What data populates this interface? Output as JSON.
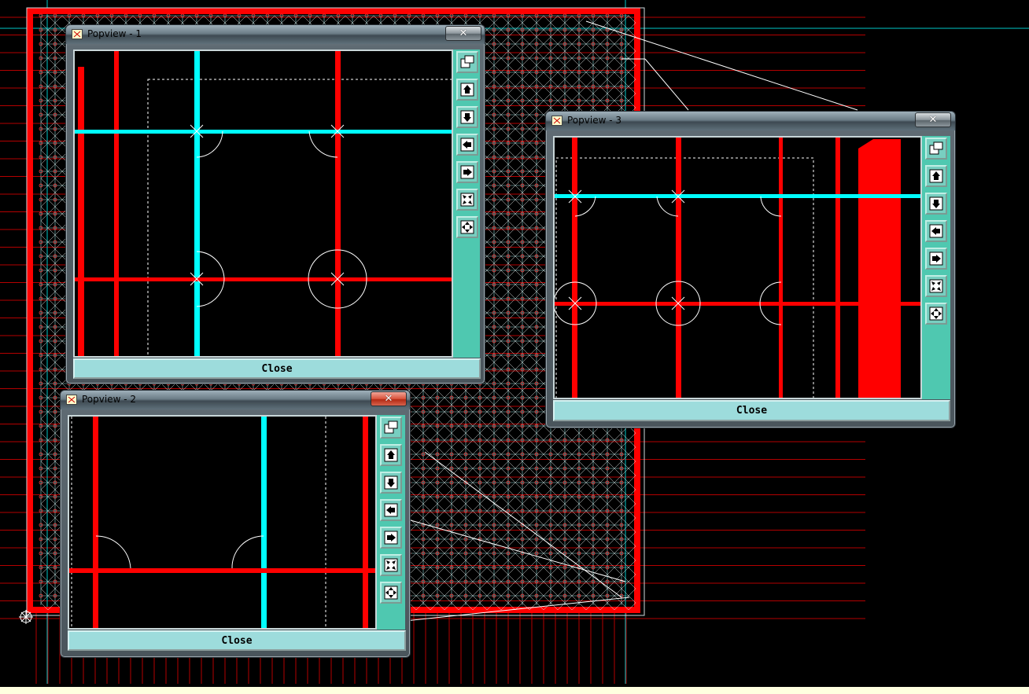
{
  "colors": {
    "background": "#000000",
    "cad_red": "#ff0000",
    "cad_cyan": "#00ffff",
    "toolstrip": "#4fc8b0",
    "close_bar": "#9ddcdc"
  },
  "windows": [
    {
      "title": "Popview - 1",
      "close_title_button": "✕",
      "close_label": "Close",
      "tools": [
        "zoom-window-icon",
        "pan-up-icon",
        "pan-down-icon",
        "pan-left-icon",
        "pan-right-icon",
        "zoom-in-icon",
        "zoom-out-icon"
      ]
    },
    {
      "title": "Popview - 2",
      "close_title_button": "✕",
      "close_label": "Close",
      "tools": [
        "zoom-window-icon",
        "pan-up-icon",
        "pan-down-icon",
        "pan-left-icon",
        "pan-right-icon",
        "zoom-in-icon",
        "zoom-out-icon"
      ]
    },
    {
      "title": "Popview - 3",
      "close_title_button": "✕",
      "close_label": "Close",
      "tools": [
        "zoom-window-icon",
        "pan-up-icon",
        "pan-down-icon",
        "pan-left-icon",
        "pan-right-icon",
        "zoom-in-icon",
        "zoom-out-icon"
      ]
    }
  ]
}
